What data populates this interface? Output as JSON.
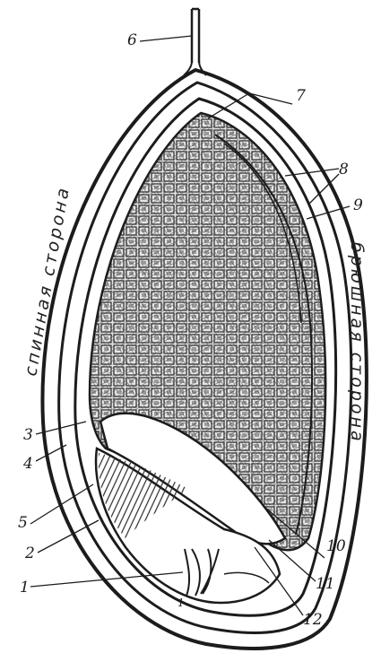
{
  "figure": {
    "side_dorsal": "спинная сторона",
    "side_ventral": "брюшная сторона",
    "labels": {
      "n1": "1",
      "n1b": "1",
      "n2": "2",
      "n3": "3",
      "n4": "4",
      "n5": "5",
      "n6": "6",
      "n7": "7",
      "n8": "8",
      "n9": "9",
      "n10": "10",
      "n11": "11",
      "n12": "12"
    }
  },
  "colors": {
    "ink": "#1c1c1c",
    "cell_fill": "#d9d9d9",
    "paper": "#ffffff"
  }
}
